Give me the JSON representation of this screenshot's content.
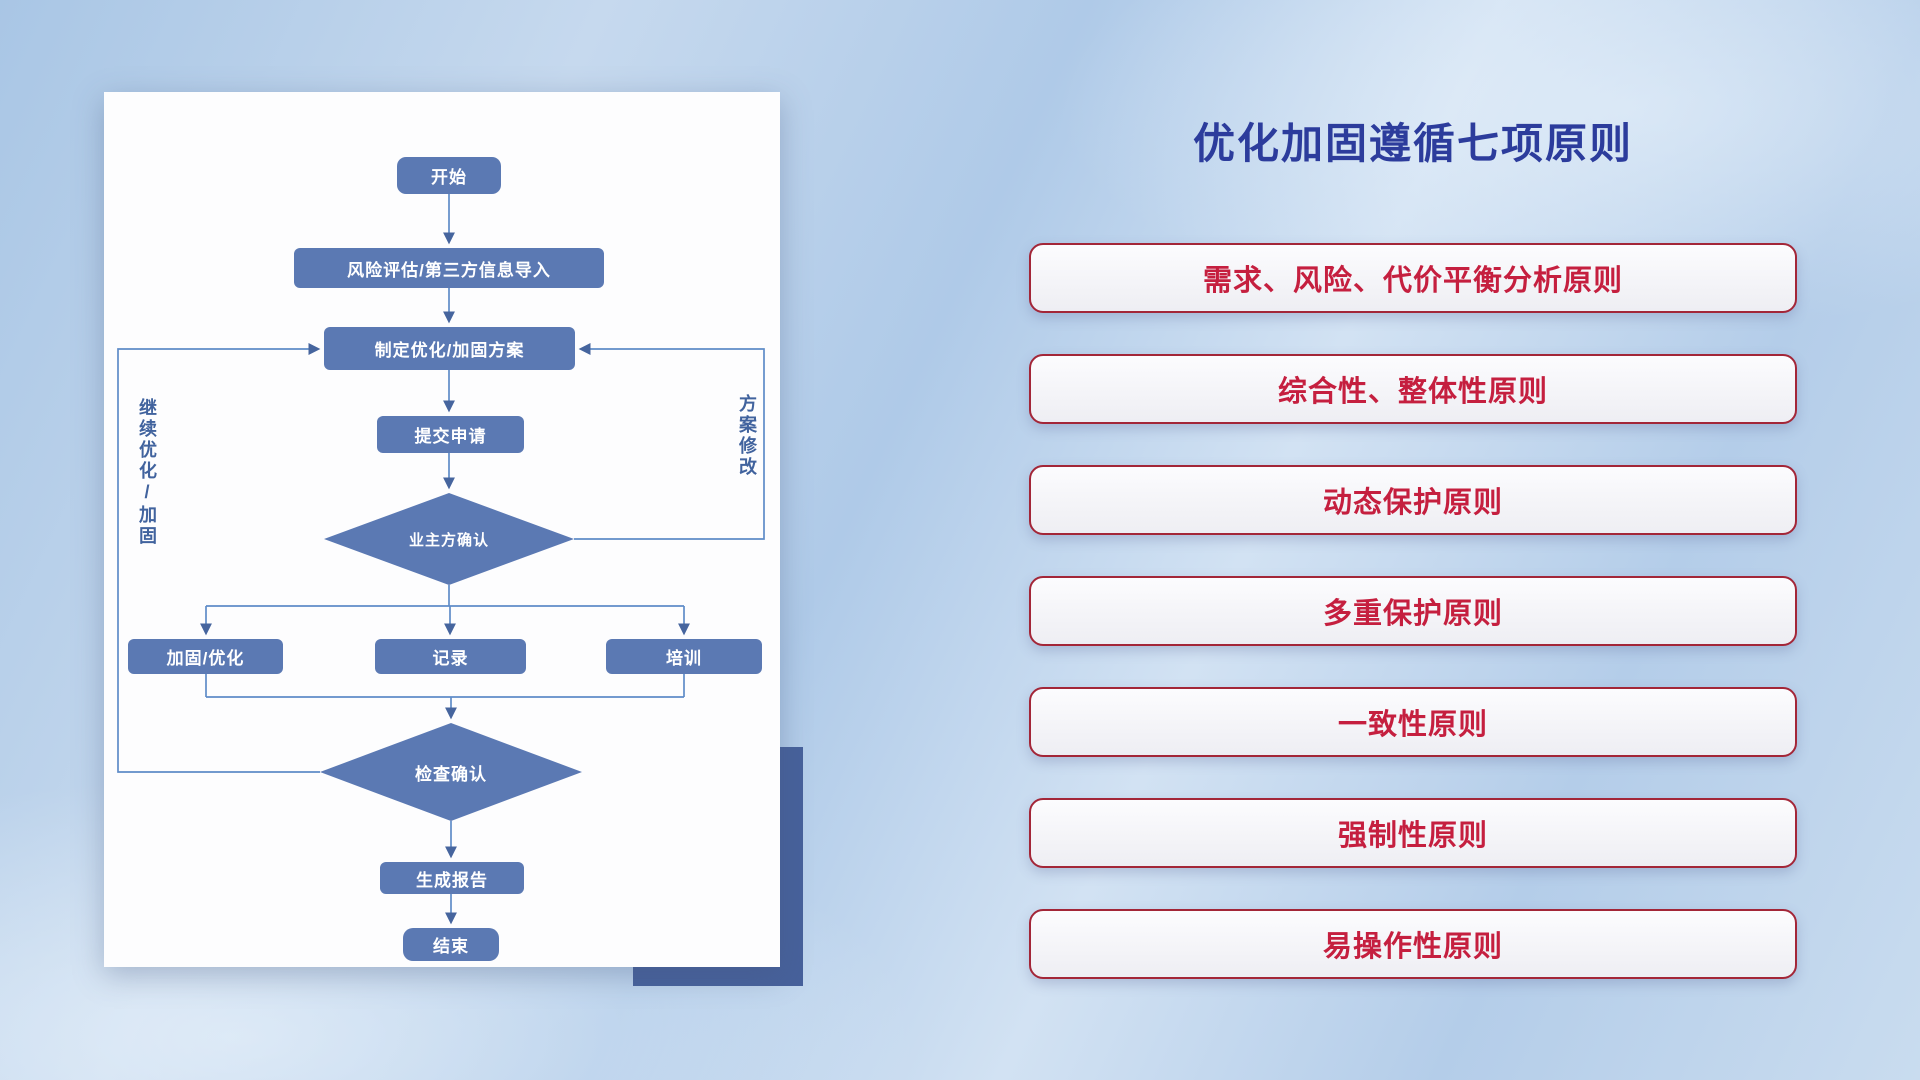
{
  "panel": {
    "title": "优化加固遵循七项原则"
  },
  "principles": {
    "items": [
      "需求、风险、代价平衡分析原则",
      "综合性、整体性原则",
      "动态保护原则",
      "多重保护原则",
      "一致性原则",
      "强制性原则",
      "易操作性原则"
    ]
  },
  "flowchart": {
    "nodes": {
      "start": "开始",
      "risk_import": "风险评估/第三方信息导入",
      "plan": "制定优化/加固方案",
      "submit": "提交申请",
      "owner_confirm": "业主方确认",
      "reinforce": "加固/优化",
      "record": "记录",
      "training": "培训",
      "check_confirm": "检查确认",
      "report": "生成报告",
      "end": "结束"
    },
    "labels": {
      "left_loop": "继续优化/加固",
      "right_loop": "方案修改"
    }
  },
  "colors": {
    "node_blue": "#5b79b3",
    "line_blue": "#5f8cc8",
    "arrow_blue": "#46659e",
    "title_blue": "#2c3c9c",
    "principle_red": "#c51f3f",
    "border_red": "#a32638",
    "accent_rect": "#47619b",
    "side_label_blue": "#41639e"
  }
}
